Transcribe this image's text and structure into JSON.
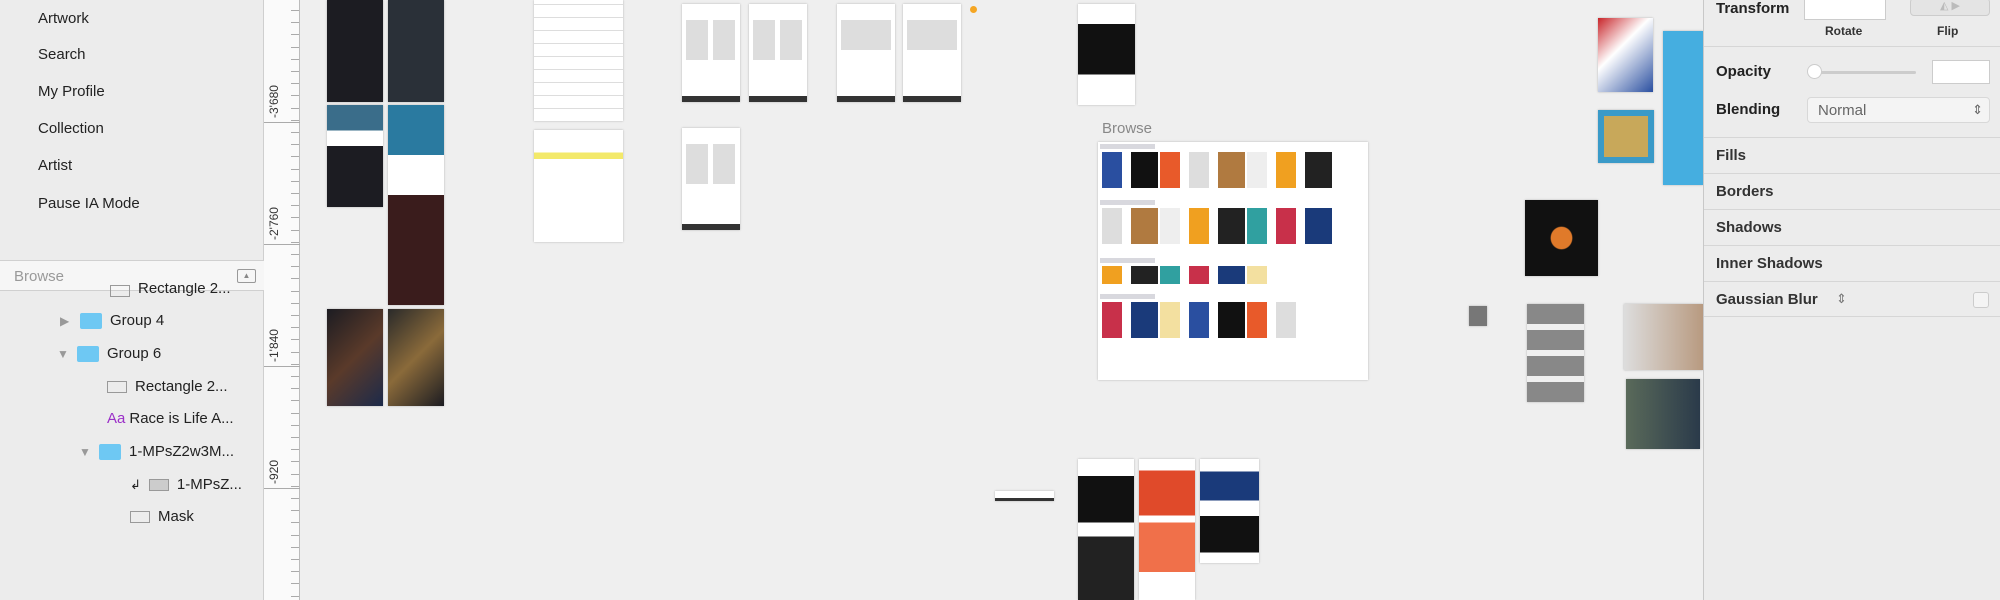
{
  "pages": [
    "Artwork",
    "Search",
    "My Profile",
    "Collection",
    "Artist",
    "Pause IA Mode"
  ],
  "layers_header": "Browse",
  "layers": [
    {
      "label": "Rectangle 2...",
      "icon": "rectangle-icon"
    },
    {
      "label": "Group 4",
      "icon": "folder-icon"
    },
    {
      "label": "Group 6",
      "icon": "folder-icon"
    },
    {
      "label": "Rectangle 2...",
      "icon": "rectangle-icon"
    },
    {
      "label": "Race is Life A...",
      "icon": "text-icon",
      "icon_text": "Aa"
    },
    {
      "label": "1-MPsZ2w3M...",
      "icon": "folder-icon"
    },
    {
      "label": "1-MPsZ...",
      "icon": "image-icon"
    },
    {
      "label": "Mask",
      "icon": "rectangle-icon"
    }
  ],
  "ruler": [
    "-3'680",
    "-2'760",
    "-1'840",
    "-920"
  ],
  "canvas": {
    "artboard_title": "Browse"
  },
  "inspector": {
    "transform": "Transform",
    "rotate": "Rotate",
    "flip": "Flip",
    "opacity": "Opacity",
    "opacity_value": 0,
    "blending": "Blending",
    "blending_value": "Normal",
    "sections": [
      "Fills",
      "Borders",
      "Shadows",
      "Inner Shadows",
      "Gaussian Blur"
    ],
    "accent": "#6ec8f3"
  }
}
